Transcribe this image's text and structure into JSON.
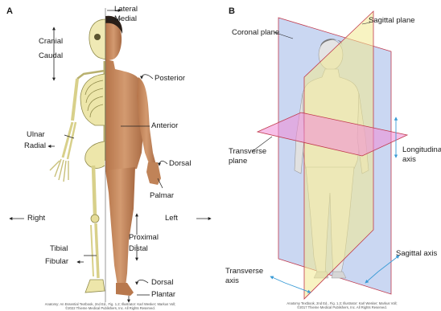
{
  "panel_a": {
    "letter": "A",
    "labels": {
      "lateral": "Lateral",
      "medial": "Medial",
      "cranial": "Cranial",
      "caudal": "Caudal",
      "posterior": "Posterior",
      "anterior": "Anterior",
      "ulnar": "Ulnar",
      "radial": "Radial",
      "dorsal_hand": "Dorsal",
      "palmar": "Palmar",
      "right": "Right",
      "left": "Left",
      "proximal": "Proximal",
      "distal": "Distal",
      "tibial": "Tibial",
      "fibular": "Fibular",
      "dorsal_foot": "Dorsal",
      "plantar": "Plantar"
    },
    "credit_line1": "Anatomy: An Essential Textbook, 2nd Ed., Fig. 1.2; Illustrator: Karl Wesker; Markus Voll;",
    "credit_line2": "©2022 Thieme Medical Publishers, Inc. All Rights Reserved."
  },
  "panel_b": {
    "letter": "B",
    "labels": {
      "coronal_plane": "Coronal plane",
      "sagittal_plane": "Sagittal plane",
      "transverse_plane_1": "Transverse",
      "transverse_plane_2": "plane",
      "longitudinal_axis_1": "Longitudinal",
      "longitudinal_axis_2": "axis",
      "sagittal_axis": "Sagittal axis",
      "transverse_axis_1": "Transverse",
      "transverse_axis_2": "axis"
    },
    "credit_line1": "Anatomy Textbook, 2nd Ed., Fig. 1.3; Illustrator: Karl Wesker; Markus Voll;",
    "credit_line2": "©2017 Thieme Medical Publishers, Inc. All Rights Reserved."
  },
  "colors": {
    "skin": "#c68a5e",
    "bone": "#ece5a6",
    "coronal_plane": "#9fb6e8",
    "sagittal_plane": "#f3ea8f",
    "transverse_plane": "#f08ad6",
    "axis_arrow": "#3a9bd6"
  }
}
